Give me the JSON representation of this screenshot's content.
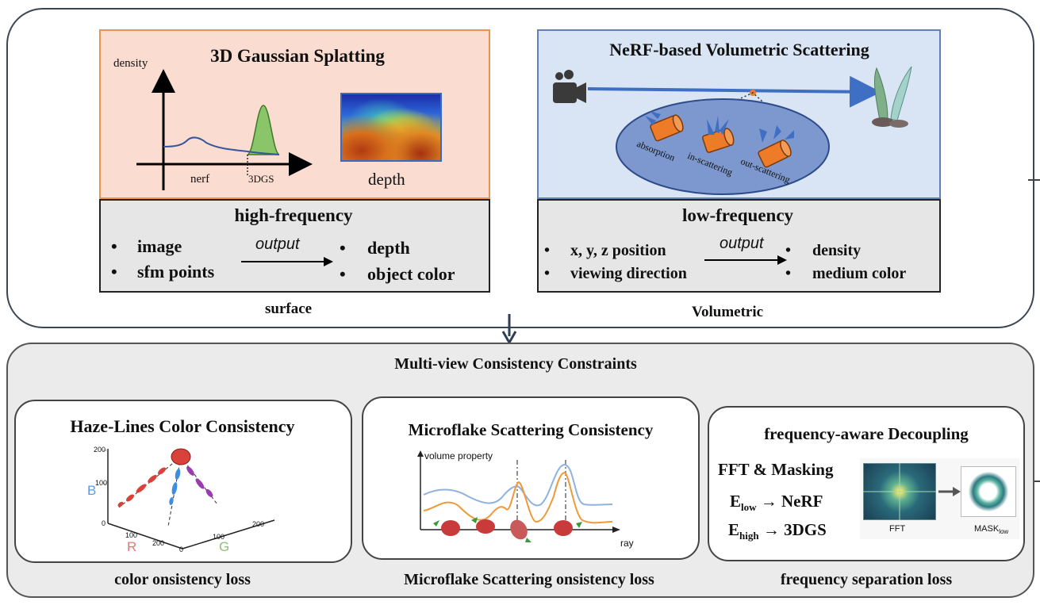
{
  "top": {
    "gaussian": {
      "title": "3D Gaussian Splatting",
      "axis_label": "density",
      "label_nerf": "nerf",
      "label_3dgs": "3DGS",
      "depth_label": "depth"
    },
    "nerf": {
      "title": "NeRF-based Volumetric Scattering",
      "label_absorption": "absorption",
      "label_inscattering": "in-scattering",
      "label_outscattering": "out-scattering"
    },
    "left_box": {
      "heading": "high-frequency",
      "inputs": [
        "image",
        "sfm points"
      ],
      "arrow_label": "output",
      "outputs": [
        "depth",
        "object color"
      ],
      "caption": "surface"
    },
    "right_box": {
      "heading": "low-frequency",
      "inputs": [
        "x, y, z position",
        "viewing direction"
      ],
      "arrow_label": "output",
      "outputs": [
        "density",
        "medium color"
      ],
      "caption": "Volumetric"
    }
  },
  "bottom": {
    "title": "Multi-view Consistency Constraints",
    "haze": {
      "title": "Haze-Lines Color Consistency",
      "ticks": [
        "200",
        "100",
        "0",
        "100",
        "200",
        "0",
        "100",
        "200"
      ],
      "axis_b": "B",
      "axis_r": "R",
      "axis_g": "G",
      "caption": "color onsistency loss"
    },
    "microflake": {
      "title": "Microflake Scattering Consistency",
      "y_label": "volume property",
      "x_label": "ray",
      "caption": "Microflake Scattering onsistency loss"
    },
    "frequency": {
      "title": "frequency-aware Decoupling",
      "line1": "FFT & Masking",
      "line2_main": "E",
      "line2_sub": "low",
      "line2_tail": "→ NeRF",
      "line3_main": "E",
      "line3_sub": "high",
      "line3_tail": "→ 3DGS",
      "fft_label": "FFT",
      "mask_label": "MASK",
      "mask_sub": "low",
      "caption": "frequency separation loss"
    }
  },
  "colors": {
    "gaussian_bg": "#fbdcd0",
    "gaussian_border": "#e8934e",
    "nerf_bg": "#d9e4f5",
    "nerf_border": "#5f7fb8",
    "ray_blue": "#3f6fc4",
    "ellipse": "#7c98cf",
    "cylinder": "#ee7b28"
  }
}
